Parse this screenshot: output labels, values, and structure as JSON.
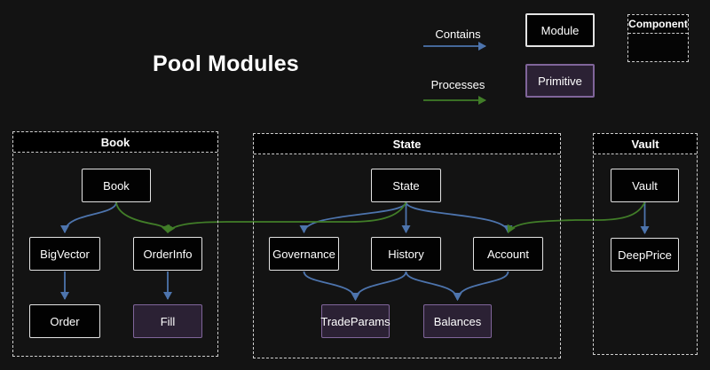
{
  "title": "Pool Modules",
  "colors": {
    "background": "#131313",
    "text": "#ffffff",
    "contains_arrow": "#4d74ad",
    "processes_arrow": "#417d28",
    "module_fill": "#020202",
    "module_border": "#e3e3e3",
    "primitive_fill": "#2b2134",
    "primitive_border": "#80659a",
    "container_dash": "#cfcfcf"
  },
  "legend": {
    "contains_label": "Contains",
    "processes_label": "Processes",
    "module_label": "Module",
    "primitive_label": "Primitive",
    "component_label": "Component"
  },
  "containers": {
    "book": {
      "label": "Book"
    },
    "state": {
      "label": "State"
    },
    "vault": {
      "label": "Vault"
    }
  },
  "nodes": {
    "book": {
      "label": "Book",
      "type": "module"
    },
    "bigvector": {
      "label": "BigVector",
      "type": "module"
    },
    "orderinfo": {
      "label": "OrderInfo",
      "type": "module"
    },
    "order": {
      "label": "Order",
      "type": "module"
    },
    "fill": {
      "label": "Fill",
      "type": "primitive"
    },
    "state": {
      "label": "State",
      "type": "module"
    },
    "governance": {
      "label": "Governance",
      "type": "module"
    },
    "history": {
      "label": "History",
      "type": "module"
    },
    "account": {
      "label": "Account",
      "type": "module"
    },
    "tradeparams": {
      "label": "TradeParams",
      "type": "primitive"
    },
    "balances": {
      "label": "Balances",
      "type": "primitive"
    },
    "vault": {
      "label": "Vault",
      "type": "module"
    },
    "deepprice": {
      "label": "DeepPrice",
      "type": "module"
    }
  },
  "edges": {
    "contains": [
      {
        "from": "Book",
        "to": "BigVector"
      },
      {
        "from": "BigVector",
        "to": "Order"
      },
      {
        "from": "OrderInfo",
        "to": "Fill"
      },
      {
        "from": "State",
        "to": "Governance"
      },
      {
        "from": "State",
        "to": "History"
      },
      {
        "from": "State",
        "to": "Account"
      },
      {
        "from": "Governance",
        "to": "TradeParams"
      },
      {
        "from": "History",
        "to": "TradeParams"
      },
      {
        "from": "History",
        "to": "Balances"
      },
      {
        "from": "Account",
        "to": "Balances"
      },
      {
        "from": "Vault",
        "to": "DeepPrice"
      }
    ],
    "processes": [
      {
        "from": "Book",
        "to": "OrderInfo"
      },
      {
        "from": "State",
        "to": "OrderInfo"
      },
      {
        "from": "Vault",
        "to": "Account"
      }
    ]
  }
}
